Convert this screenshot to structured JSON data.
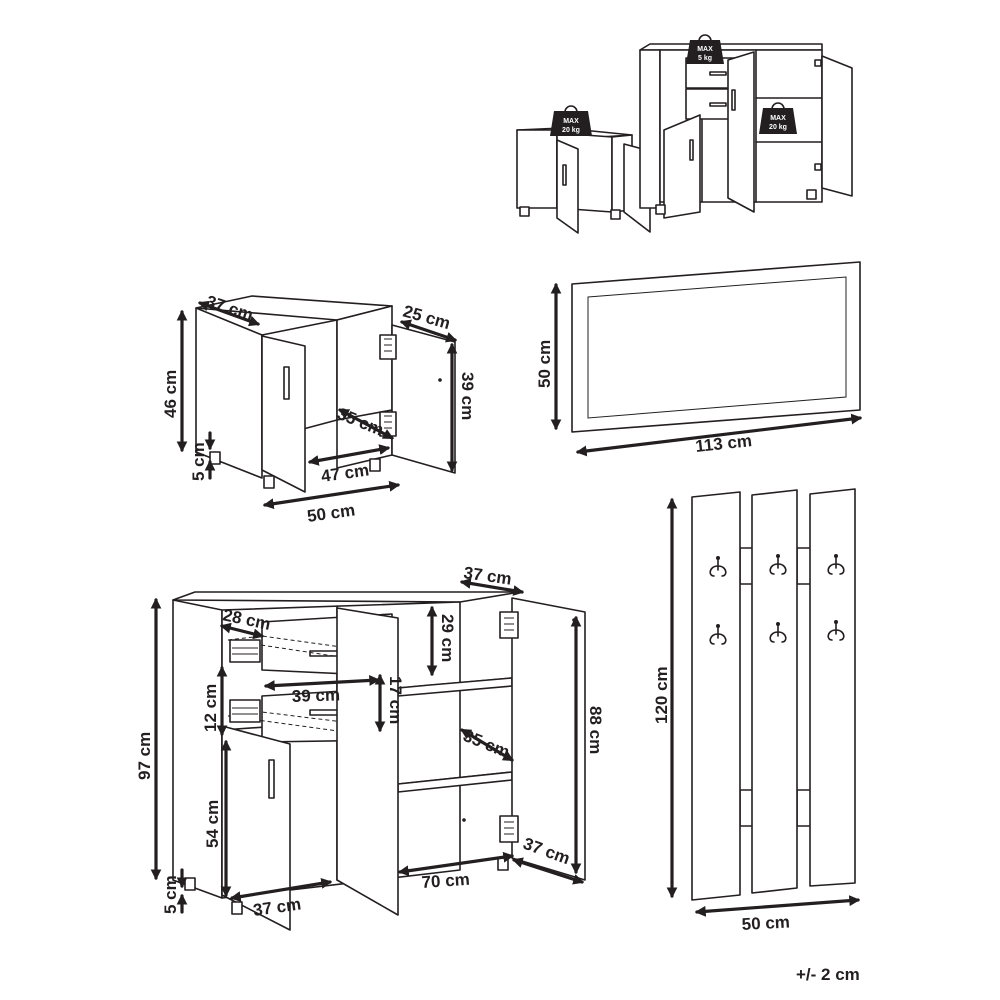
{
  "weights": {
    "drawer_label": "MAX",
    "drawer_value": "5 kg",
    "cabinet_label": "MAX",
    "cabinet_value": "20 kg",
    "shelf_label": "MAX",
    "shelf_value": "20 kg"
  },
  "bedside_cabinet": {
    "depth_top": "37 cm",
    "door_depth": "25 cm",
    "height": "46 cm",
    "leg_height": "5 cm",
    "inner_depth": "35 cm",
    "inner_width": "47 cm",
    "inner_height": "39 cm",
    "width": "50 cm"
  },
  "mirror": {
    "height": "50 cm",
    "width": "113 cm"
  },
  "sideboard": {
    "depth_top": "37 cm",
    "drawer_depth": "28 cm",
    "compartment_height": "29 cm",
    "height": "97 cm",
    "drawer_height_1": "12 cm",
    "drawer_width": "39 cm",
    "drawer_height_2": "17 cm",
    "lower_height": "54 cm",
    "leg_height": "5 cm",
    "left_depth": "37 cm",
    "shelf_depth": "35 cm",
    "inner_height": "88 cm",
    "right_depth": "37 cm",
    "inner_width": "70 cm"
  },
  "coat_rack": {
    "height": "120 cm",
    "width": "50 cm"
  },
  "tolerance": "+/- 2 cm"
}
